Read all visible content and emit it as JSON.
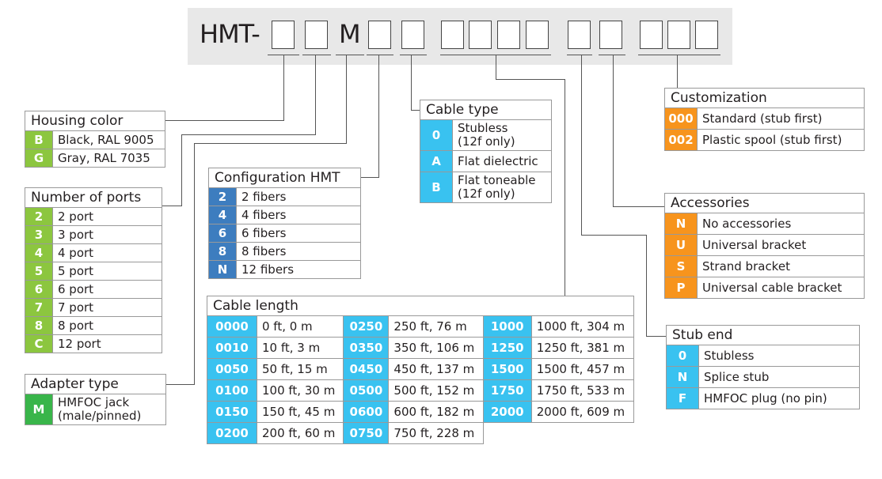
{
  "colors": {
    "green": "#8cc63f",
    "dark_green": "#39b54a",
    "blue": "#3d7dbf",
    "cyan": "#39c2f0",
    "orange": "#f7941d"
  },
  "part_number": {
    "prefix": "HMT-",
    "fixed_letter": "M"
  },
  "housing_color": {
    "title": "Housing color",
    "rows": [
      {
        "code": "B",
        "label": "Black, RAL 9005"
      },
      {
        "code": "G",
        "label": "Gray, RAL 7035"
      }
    ]
  },
  "number_of_ports": {
    "title": "Number of ports",
    "rows": [
      {
        "code": "2",
        "label": "2 port"
      },
      {
        "code": "3",
        "label": "3 port"
      },
      {
        "code": "4",
        "label": "4 port"
      },
      {
        "code": "5",
        "label": "5 port"
      },
      {
        "code": "6",
        "label": "6 port"
      },
      {
        "code": "7",
        "label": "7 port"
      },
      {
        "code": "8",
        "label": "8 port"
      },
      {
        "code": "C",
        "label": "12 port"
      }
    ]
  },
  "adapter_type": {
    "title": "Adapter type",
    "rows": [
      {
        "code": "M",
        "label1": "HMFOC jack",
        "label2": "(male/pinned)"
      }
    ]
  },
  "configuration": {
    "title": "Configuration HMT",
    "rows": [
      {
        "code": "2",
        "label": "2 fibers"
      },
      {
        "code": "4",
        "label": "4 fibers"
      },
      {
        "code": "6",
        "label": "6 fibers"
      },
      {
        "code": "8",
        "label": "8 fibers"
      },
      {
        "code": "N",
        "label": "12 fibers"
      }
    ]
  },
  "cable_type": {
    "title": "Cable type",
    "rows": [
      {
        "code": "0",
        "label1": "Stubless",
        "label2": "(12f only)"
      },
      {
        "code": "A",
        "label1": "Flat dielectric",
        "label2": ""
      },
      {
        "code": "B",
        "label1": "Flat toneable",
        "label2": "(12f only)"
      }
    ]
  },
  "cable_length": {
    "title": "Cable length",
    "rows": [
      [
        {
          "code": "0000",
          "label": "0 ft, 0 m"
        },
        {
          "code": "0250",
          "label": "250 ft, 76 m"
        },
        {
          "code": "1000",
          "label": "1000 ft, 304 m"
        }
      ],
      [
        {
          "code": "0010",
          "label": "10 ft, 3 m"
        },
        {
          "code": "0350",
          "label": "350 ft, 106 m"
        },
        {
          "code": "1250",
          "label": "1250 ft, 381 m"
        }
      ],
      [
        {
          "code": "0050",
          "label": "50 ft, 15 m"
        },
        {
          "code": "0450",
          "label": "450 ft, 137 m"
        },
        {
          "code": "1500",
          "label": "1500 ft, 457 m"
        }
      ],
      [
        {
          "code": "0100",
          "label": "100 ft, 30 m"
        },
        {
          "code": "0500",
          "label": "500 ft, 152 m"
        },
        {
          "code": "1750",
          "label": "1750 ft, 533 m"
        }
      ],
      [
        {
          "code": "0150",
          "label": "150 ft, 45 m"
        },
        {
          "code": "0600",
          "label": "600 ft, 182 m"
        },
        {
          "code": "2000",
          "label": "2000 ft, 609 m"
        }
      ],
      [
        {
          "code": "0200",
          "label": "200 ft, 60 m"
        },
        {
          "code": "0750",
          "label": "750 ft, 228 m"
        }
      ]
    ]
  },
  "customization": {
    "title": "Customization",
    "rows": [
      {
        "code": "000",
        "label": "Standard (stub first)"
      },
      {
        "code": "002",
        "label": "Plastic spool (stub first)"
      }
    ]
  },
  "accessories": {
    "title": "Accessories",
    "rows": [
      {
        "code": "N",
        "label": "No accessories"
      },
      {
        "code": "U",
        "label": "Universal bracket"
      },
      {
        "code": "S",
        "label": "Strand bracket"
      },
      {
        "code": "P",
        "label": "Universal cable bracket"
      }
    ]
  },
  "stub_end": {
    "title": "Stub end",
    "rows": [
      {
        "code": "0",
        "label": "Stubless"
      },
      {
        "code": "N",
        "label": "Splice stub"
      },
      {
        "code": "F",
        "label": "HMFOC plug (no pin)"
      }
    ]
  }
}
